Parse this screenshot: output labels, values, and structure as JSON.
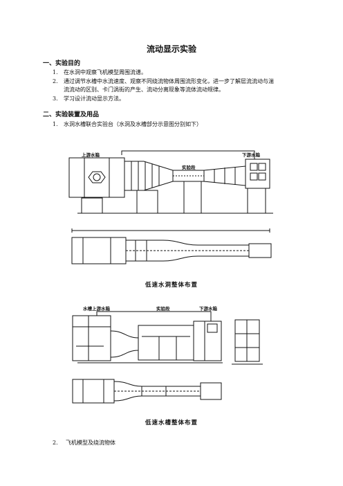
{
  "title": "流动显示实验",
  "section1": {
    "heading": "一、实验目的",
    "items": [
      {
        "num": "1.",
        "text": "在水洞中观察飞机模型周围流谱。"
      },
      {
        "num": "2.",
        "text": "通过调节水槽中水流速度、观察不同绕流物体周围流形变化，进一步了解层流流动与湍",
        "cont": "流流动的区别、卡门涡街的产生、流动分离现象等流体流动规律。"
      },
      {
        "num": "3.",
        "text": "学习设计流动显示方法。"
      }
    ]
  },
  "section2": {
    "heading": "二、实验装置及用品",
    "item1": {
      "num": "1.",
      "text": "水洞水槽联合实验台（水洞及水槽部分示意图分别如下）"
    },
    "item2": {
      "num": "2.",
      "text": "飞机模型及绕流物体"
    }
  },
  "figure1": {
    "labels": {
      "upstream": "上游水箱",
      "downstream": "下游水箱",
      "test_section": "实验段"
    },
    "caption": "低速水洞整体布置"
  },
  "figure2": {
    "labels": {
      "upstream": "水槽上游水箱",
      "test_section": "实验段",
      "downstream": "下游水箱"
    },
    "caption": "低速水槽整体布置"
  }
}
